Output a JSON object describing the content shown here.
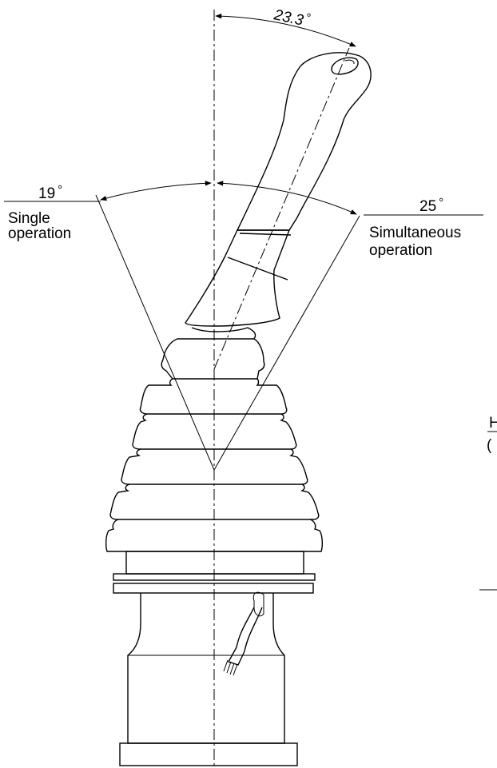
{
  "annotations": {
    "tilt_angle": "23.3",
    "tilt_unit": "°",
    "left_angle": "19",
    "left_unit": "°",
    "left_caption_line1": "Single",
    "left_caption_line2": "operation",
    "right_angle": "25",
    "right_unit": "°",
    "right_caption_line1": "Simultaneous",
    "right_caption_line2": "operation"
  },
  "clipped_text": {
    "fragment_1": "H",
    "fragment_2": "("
  }
}
